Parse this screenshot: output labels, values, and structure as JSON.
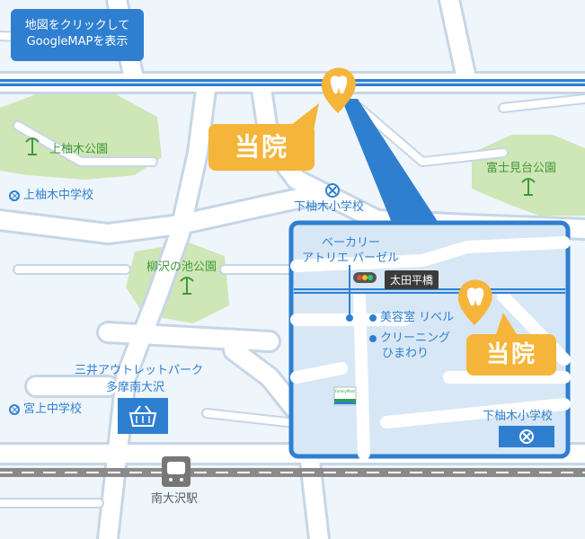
{
  "button": {
    "line1": "地図をクリックして",
    "line2": "GoogleMAPを表示"
  },
  "callouts": {
    "main": "当院",
    "inset": "当院"
  },
  "parks": {
    "kamiyugi": "上柚木公園",
    "fujimi": "富士見台公園",
    "yanagisawa": "柳沢の池公園"
  },
  "schools": {
    "kamiyugi_junior": "上柚木中学校",
    "shimoyugi_elem": "下柚木小学校",
    "miyagami_junior": "宮上中学校",
    "inset_shimoyugi_elem": "下柚木小学校"
  },
  "places": {
    "outlet_line1": "三井アウトレットパーク",
    "outlet_line2": "多摩南大沢",
    "station": "南大沢駅",
    "bakery_line1": "ベーカリー",
    "bakery_line2": "アトリエ バーゼル",
    "bridge": "太田平橋",
    "salon": "美容室 リベル",
    "cleaning_line1": "クリーニング",
    "cleaning_line2": "ひまわり",
    "store": "FamilyMart"
  },
  "colors": {
    "accent": "#2f7fd0",
    "callout": "#f5b53a",
    "park": "#cfe6b6",
    "road": "#ffffff",
    "road_edge": "#c6d6e6",
    "inset_bg": "#d8e7f5"
  }
}
